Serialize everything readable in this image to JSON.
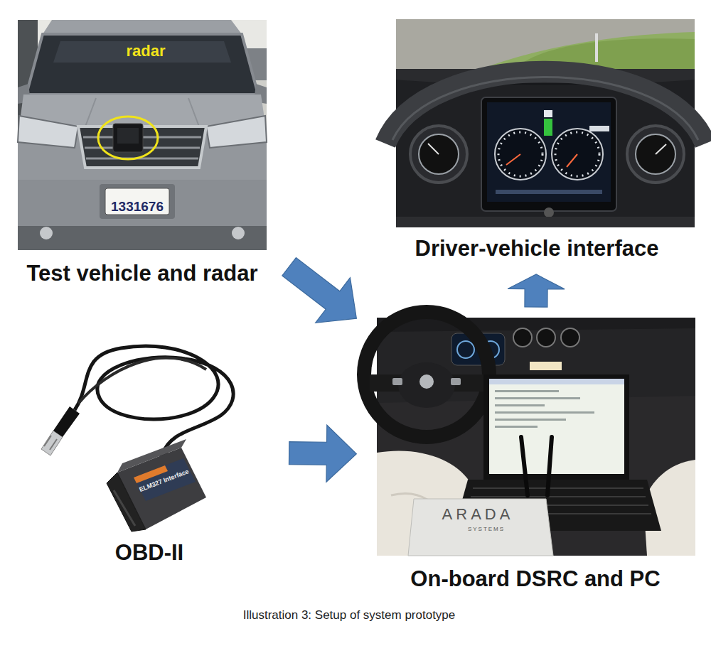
{
  "diagram": {
    "caption": "Illustration 3: Setup of system prototype",
    "nodes": [
      {
        "text": [
          "Test vehicle and radar"
        ]
      },
      {
        "text": [
          "Driver-vehicle interface"
        ]
      },
      {
        "text": [
          "OBD-II"
        ]
      },
      {
        "text": [
          "On-board DSRC and PC"
        ]
      }
    ],
    "edges": [
      {
        "from": 0,
        "to": 3,
        "arrow": "to"
      },
      {
        "from": 2,
        "to": 3,
        "arrow": "to"
      },
      {
        "from": 3,
        "to": 1,
        "arrow": "to"
      }
    ],
    "labels": [
      "radar",
      "1331676",
      "ELM327 Interface",
      "ARADA",
      "SYSTEMS"
    ]
  }
}
